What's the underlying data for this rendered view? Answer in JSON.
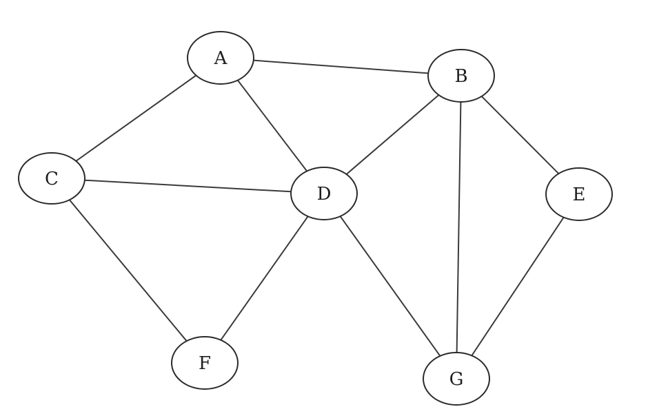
{
  "diagram": {
    "type": "undirected-graph",
    "nodes": [
      {
        "id": "A",
        "label": "A"
      },
      {
        "id": "B",
        "label": "B"
      },
      {
        "id": "C",
        "label": "C"
      },
      {
        "id": "D",
        "label": "D"
      },
      {
        "id": "E",
        "label": "E"
      },
      {
        "id": "F",
        "label": "F"
      },
      {
        "id": "G",
        "label": "G"
      }
    ],
    "edges": [
      {
        "from": "A",
        "to": "B"
      },
      {
        "from": "A",
        "to": "C"
      },
      {
        "from": "A",
        "to": "D"
      },
      {
        "from": "B",
        "to": "D"
      },
      {
        "from": "B",
        "to": "E"
      },
      {
        "from": "B",
        "to": "G"
      },
      {
        "from": "C",
        "to": "D"
      },
      {
        "from": "C",
        "to": "F"
      },
      {
        "from": "D",
        "to": "F"
      },
      {
        "from": "D",
        "to": "G"
      },
      {
        "from": "E",
        "to": "G"
      }
    ],
    "colors": {
      "background": "#ffffff",
      "edge": "#3a3a3a",
      "node_stroke": "#2a2a2a",
      "node_fill": "#ffffff",
      "label": "#1e1e1e"
    }
  }
}
